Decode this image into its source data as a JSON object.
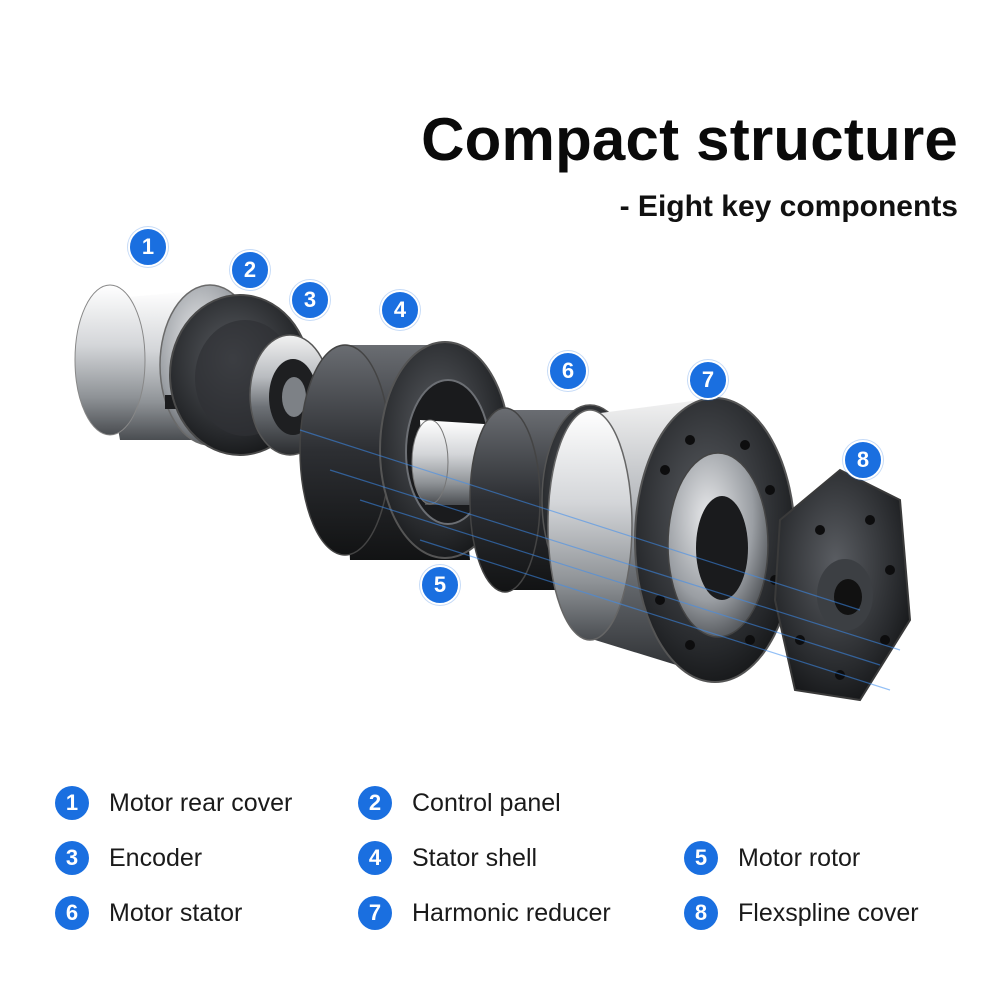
{
  "header": {
    "title": "Compact structure",
    "subtitle": "- Eight key components"
  },
  "accent_color": "#1a6fe0",
  "components": [
    {
      "num": "1",
      "label": "Motor rear cover"
    },
    {
      "num": "2",
      "label": "Control panel"
    },
    {
      "num": "3",
      "label": "Encoder"
    },
    {
      "num": "4",
      "label": "Stator shell"
    },
    {
      "num": "5",
      "label": "Motor rotor"
    },
    {
      "num": "6",
      "label": "Motor stator"
    },
    {
      "num": "7",
      "label": "Harmonic reducer"
    },
    {
      "num": "8",
      "label": "Flexspline cover"
    }
  ]
}
